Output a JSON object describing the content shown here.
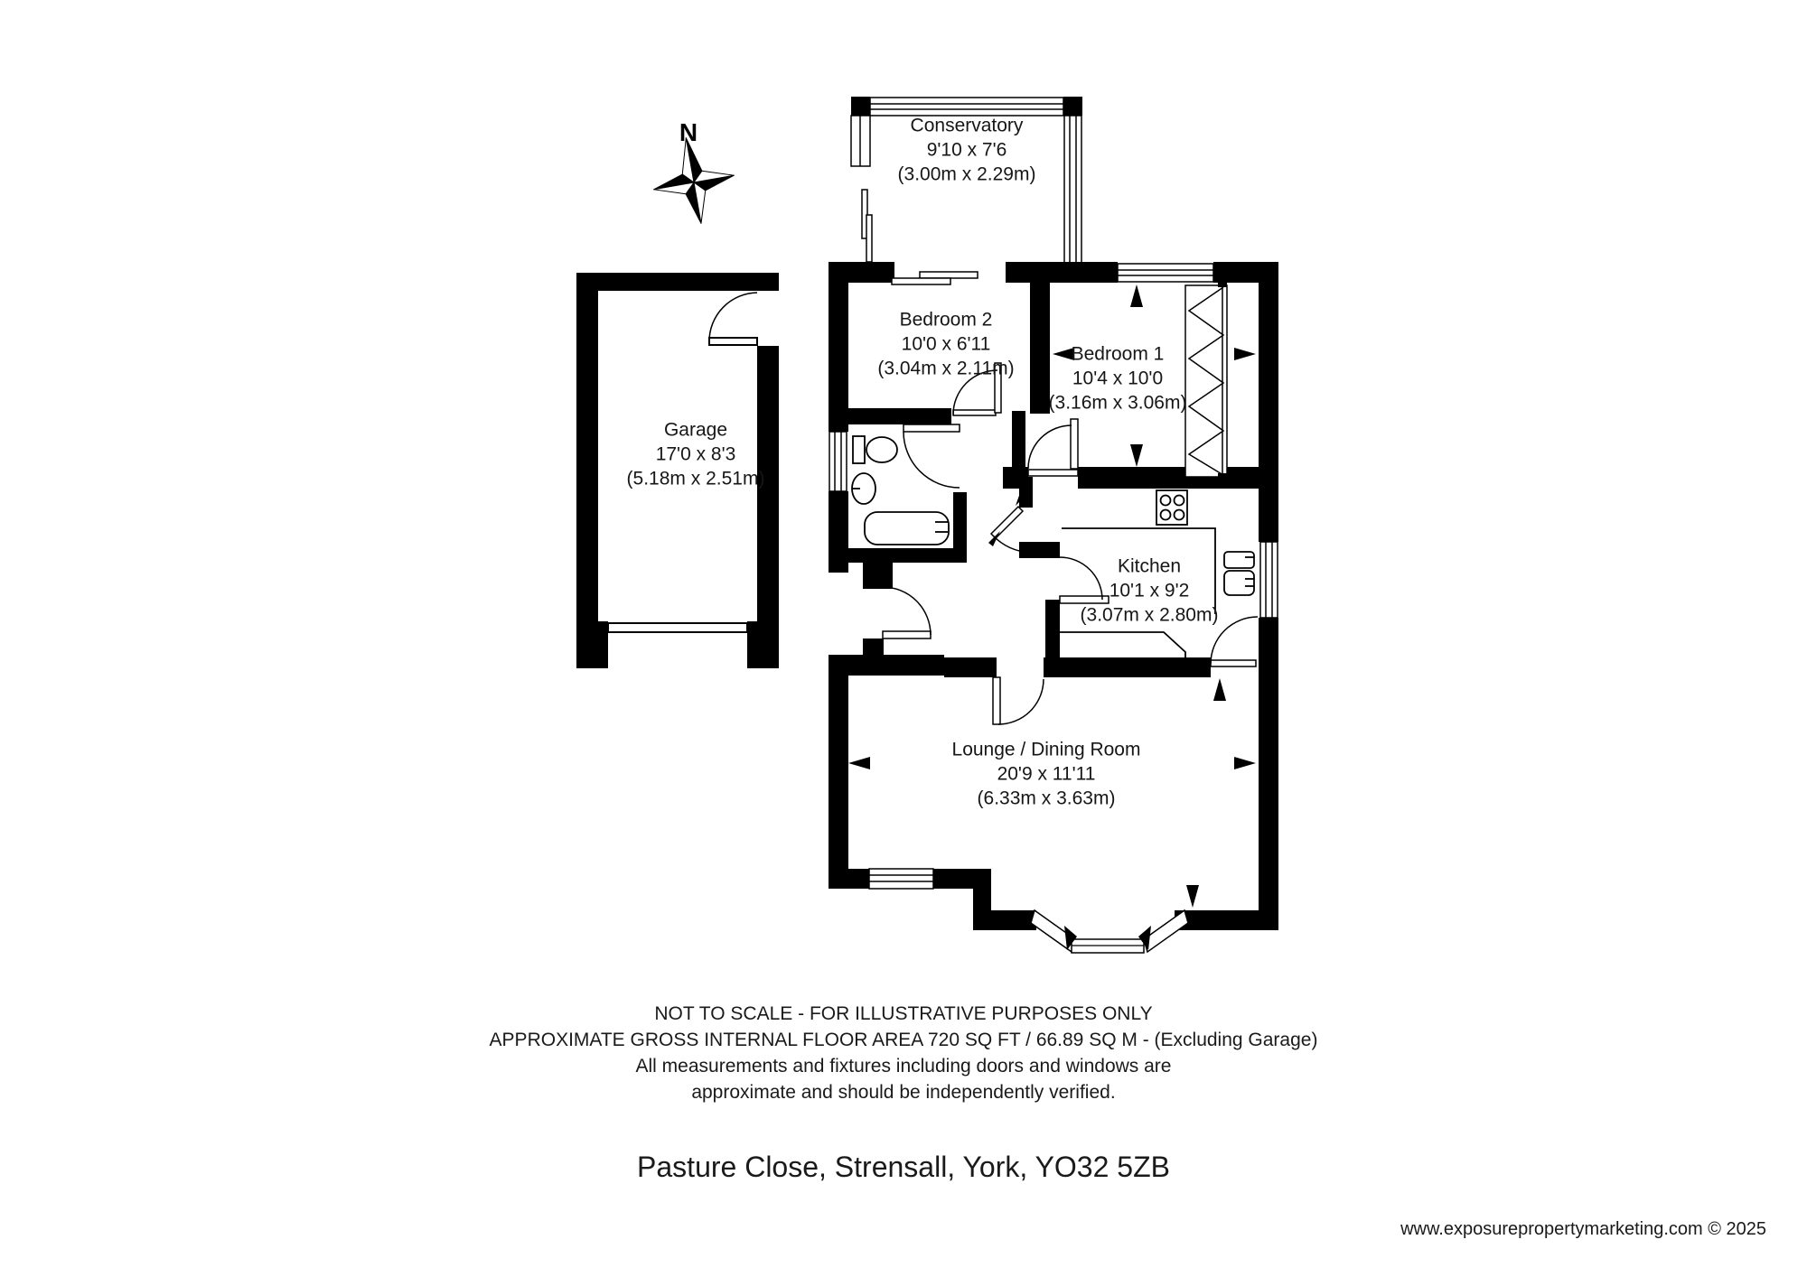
{
  "compass": {
    "label": "N"
  },
  "rooms": [
    {
      "id": "conservatory",
      "name": "Conservatory",
      "imperial": "9'10 x 7'6",
      "metric": "(3.00m x 2.29m)"
    },
    {
      "id": "bedroom2",
      "name": "Bedroom 2",
      "imperial": "10'0 x 6'11",
      "metric": "(3.04m x 2.11m)"
    },
    {
      "id": "bedroom1",
      "name": "Bedroom 1",
      "imperial": "10'4 x 10'0",
      "metric": "(3.16m x 3.06m)"
    },
    {
      "id": "garage",
      "name": "Garage",
      "imperial": "17'0 x 8'3",
      "metric": "(5.18m x 2.51m)"
    },
    {
      "id": "kitchen",
      "name": "Kitchen",
      "imperial": "10'1 x 9'2",
      "metric": "(3.07m x 2.80m)"
    },
    {
      "id": "lounge",
      "name": "Lounge / Dining Room",
      "imperial": "20'9 x 11'11",
      "metric": "(6.33m x 3.63m)"
    }
  ],
  "disclaimer": {
    "lines": [
      "NOT TO SCALE - FOR ILLUSTRATIVE PURPOSES ONLY",
      "APPROXIMATE GROSS INTERNAL FLOOR AREA 720 SQ FT / 66.89 SQ M - (Excluding Garage)",
      "All measurements and fixtures including doors and windows are",
      "approximate and should be independently verified."
    ]
  },
  "address": "Pasture Close, Strensall, York, YO32 5ZB",
  "copyright": "www.exposurepropertymarketing.com © 2025",
  "colors": {
    "ink": "#000000",
    "paper": "#ffffff"
  }
}
